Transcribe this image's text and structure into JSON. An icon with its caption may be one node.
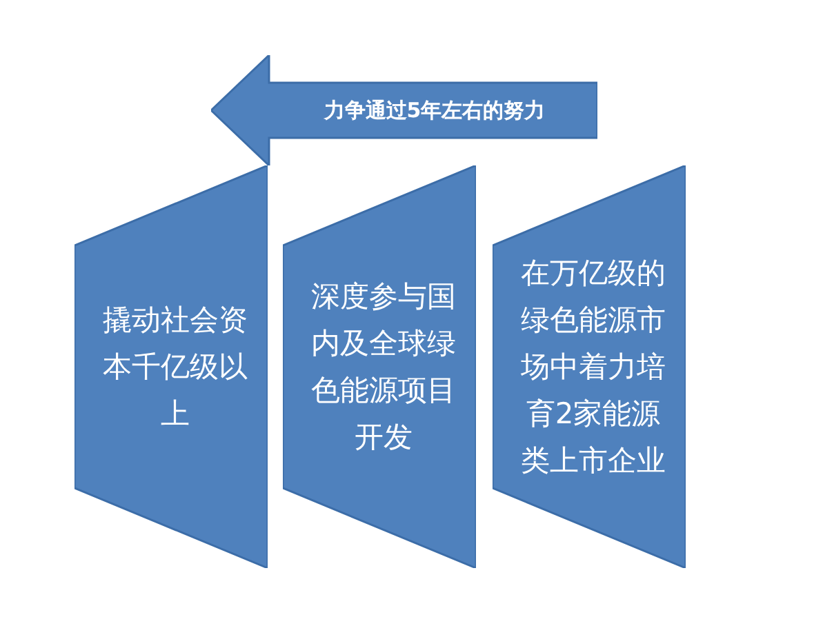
{
  "diagram": {
    "nodes": [
      {
        "text": [
          "力争通过5年左右的努力"
        ]
      },
      {
        "text": [
          "撬动社会资本千亿级以上"
        ]
      },
      {
        "text": [
          "深度参与国内及全球绿色能源项目开发"
        ]
      },
      {
        "text": [
          "在万亿级的绿色能源市场中着力培育2家能源类上市企业"
        ]
      }
    ]
  }
}
